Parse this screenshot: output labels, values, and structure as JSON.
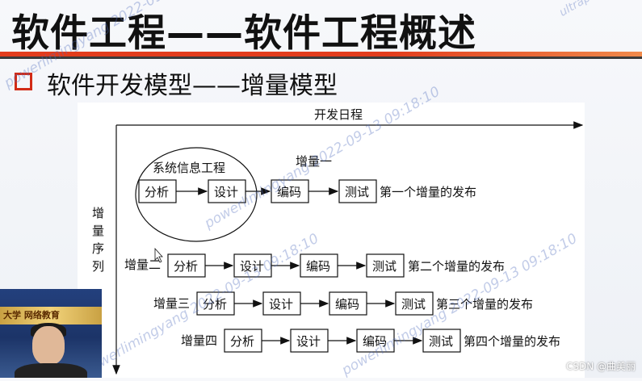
{
  "slide": {
    "title": "软件工程——软件工程概述",
    "subtitle": "软件开发模型——增量模型"
  },
  "diagram": {
    "x_axis_label": "开发日程",
    "y_axis_label": [
      "增",
      "量",
      "序",
      "列"
    ],
    "system_label": "系统信息工程",
    "increment1_label": "增量一",
    "rows": [
      {
        "label": "",
        "steps": [
          "分析",
          "设计",
          "编码",
          "测试"
        ],
        "release": "第一个增量的发布"
      },
      {
        "label": "增量二",
        "steps": [
          "分析",
          "设计",
          "编码",
          "测试"
        ],
        "release": "第二个增量的发布"
      },
      {
        "label": "增量三",
        "steps": [
          "分析",
          "设计",
          "编码",
          "测试"
        ],
        "release": "第三个增量的发布"
      },
      {
        "label": "增量四",
        "steps": [
          "分析",
          "设计",
          "编码",
          "测试"
        ],
        "release": "第四个增量的发布"
      }
    ]
  },
  "watermark": {
    "text": "powerlimingyang 2022-09-13 09:18:10",
    "corner_text": "ultrap",
    "credit": "CSDN @曲美丽"
  },
  "webcam": {
    "banner": "大学 网络教育"
  }
}
